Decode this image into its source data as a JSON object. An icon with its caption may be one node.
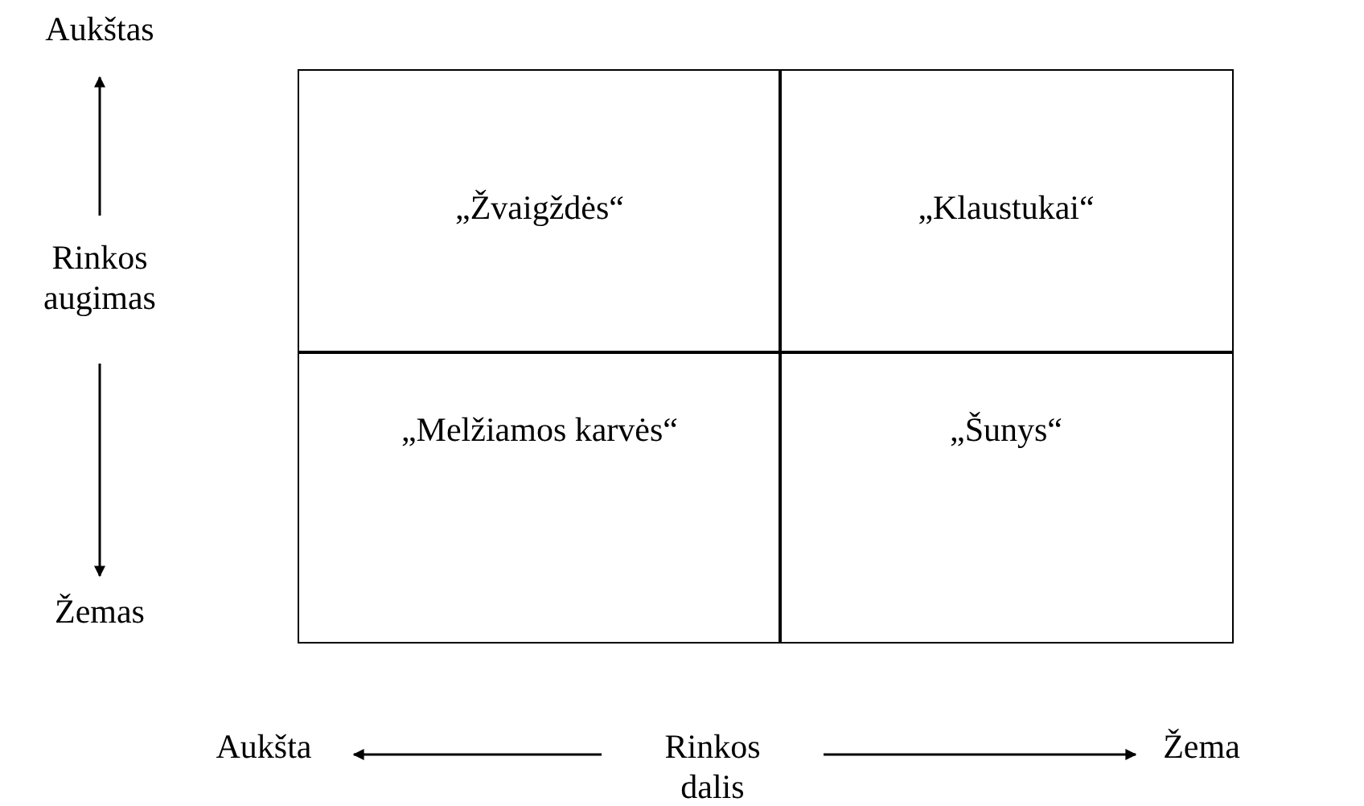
{
  "diagram": {
    "nodes": [
      {
        "text": [
          "Aukštas"
        ]
      },
      {
        "text": [
          "Rinkos augimas"
        ]
      },
      {
        "text": [
          "Žemas"
        ]
      },
      {
        "text": [
          "„Žvaigždės“"
        ]
      },
      {
        "text": [
          "„Klaustukai“"
        ]
      },
      {
        "text": [
          "„Melžiamos karvės“"
        ]
      },
      {
        "text": [
          "„Šunys“"
        ]
      },
      {
        "text": [
          "Aukšta"
        ]
      },
      {
        "text": [
          "Rinkos dalis"
        ]
      },
      {
        "text": [
          "Žema"
        ]
      }
    ],
    "edges": [
      {
        "from": 1,
        "to": 0,
        "arrow": "to"
      },
      {
        "from": 1,
        "to": 2,
        "arrow": "to"
      },
      {
        "from": 8,
        "to": 7,
        "arrow": "to"
      },
      {
        "from": 8,
        "to": 9,
        "arrow": "to"
      }
    ]
  }
}
